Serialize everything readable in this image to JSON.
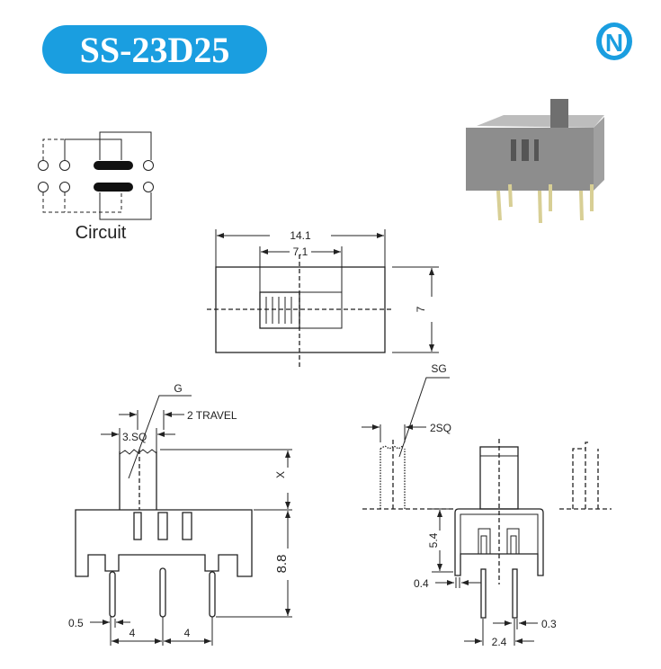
{
  "title": "SS-23D25",
  "brand_logo_letter": "N",
  "colors": {
    "accent": "#1a9ee0",
    "line": "#222222",
    "body_gray": "#8d8d8d"
  },
  "circuit": {
    "label": "Circuit"
  },
  "top_view": {
    "overall_length": "14.1",
    "slot_length": "7.1",
    "width": "7"
  },
  "side_view": {
    "actuator_label": "G",
    "travel": "2 TRAVEL",
    "actuator_size": "3.SQ",
    "actuator_height": "X",
    "body_height": "8.8",
    "pin_width": "0.5",
    "pitch_1": "4",
    "pitch_2": "4"
  },
  "front_view": {
    "actuator_label": "SG",
    "actuator_size": "2SQ",
    "body_height": "5.4",
    "wall": "0.4",
    "pin_thickness": "0.3",
    "pin_pitch": "2.4"
  }
}
